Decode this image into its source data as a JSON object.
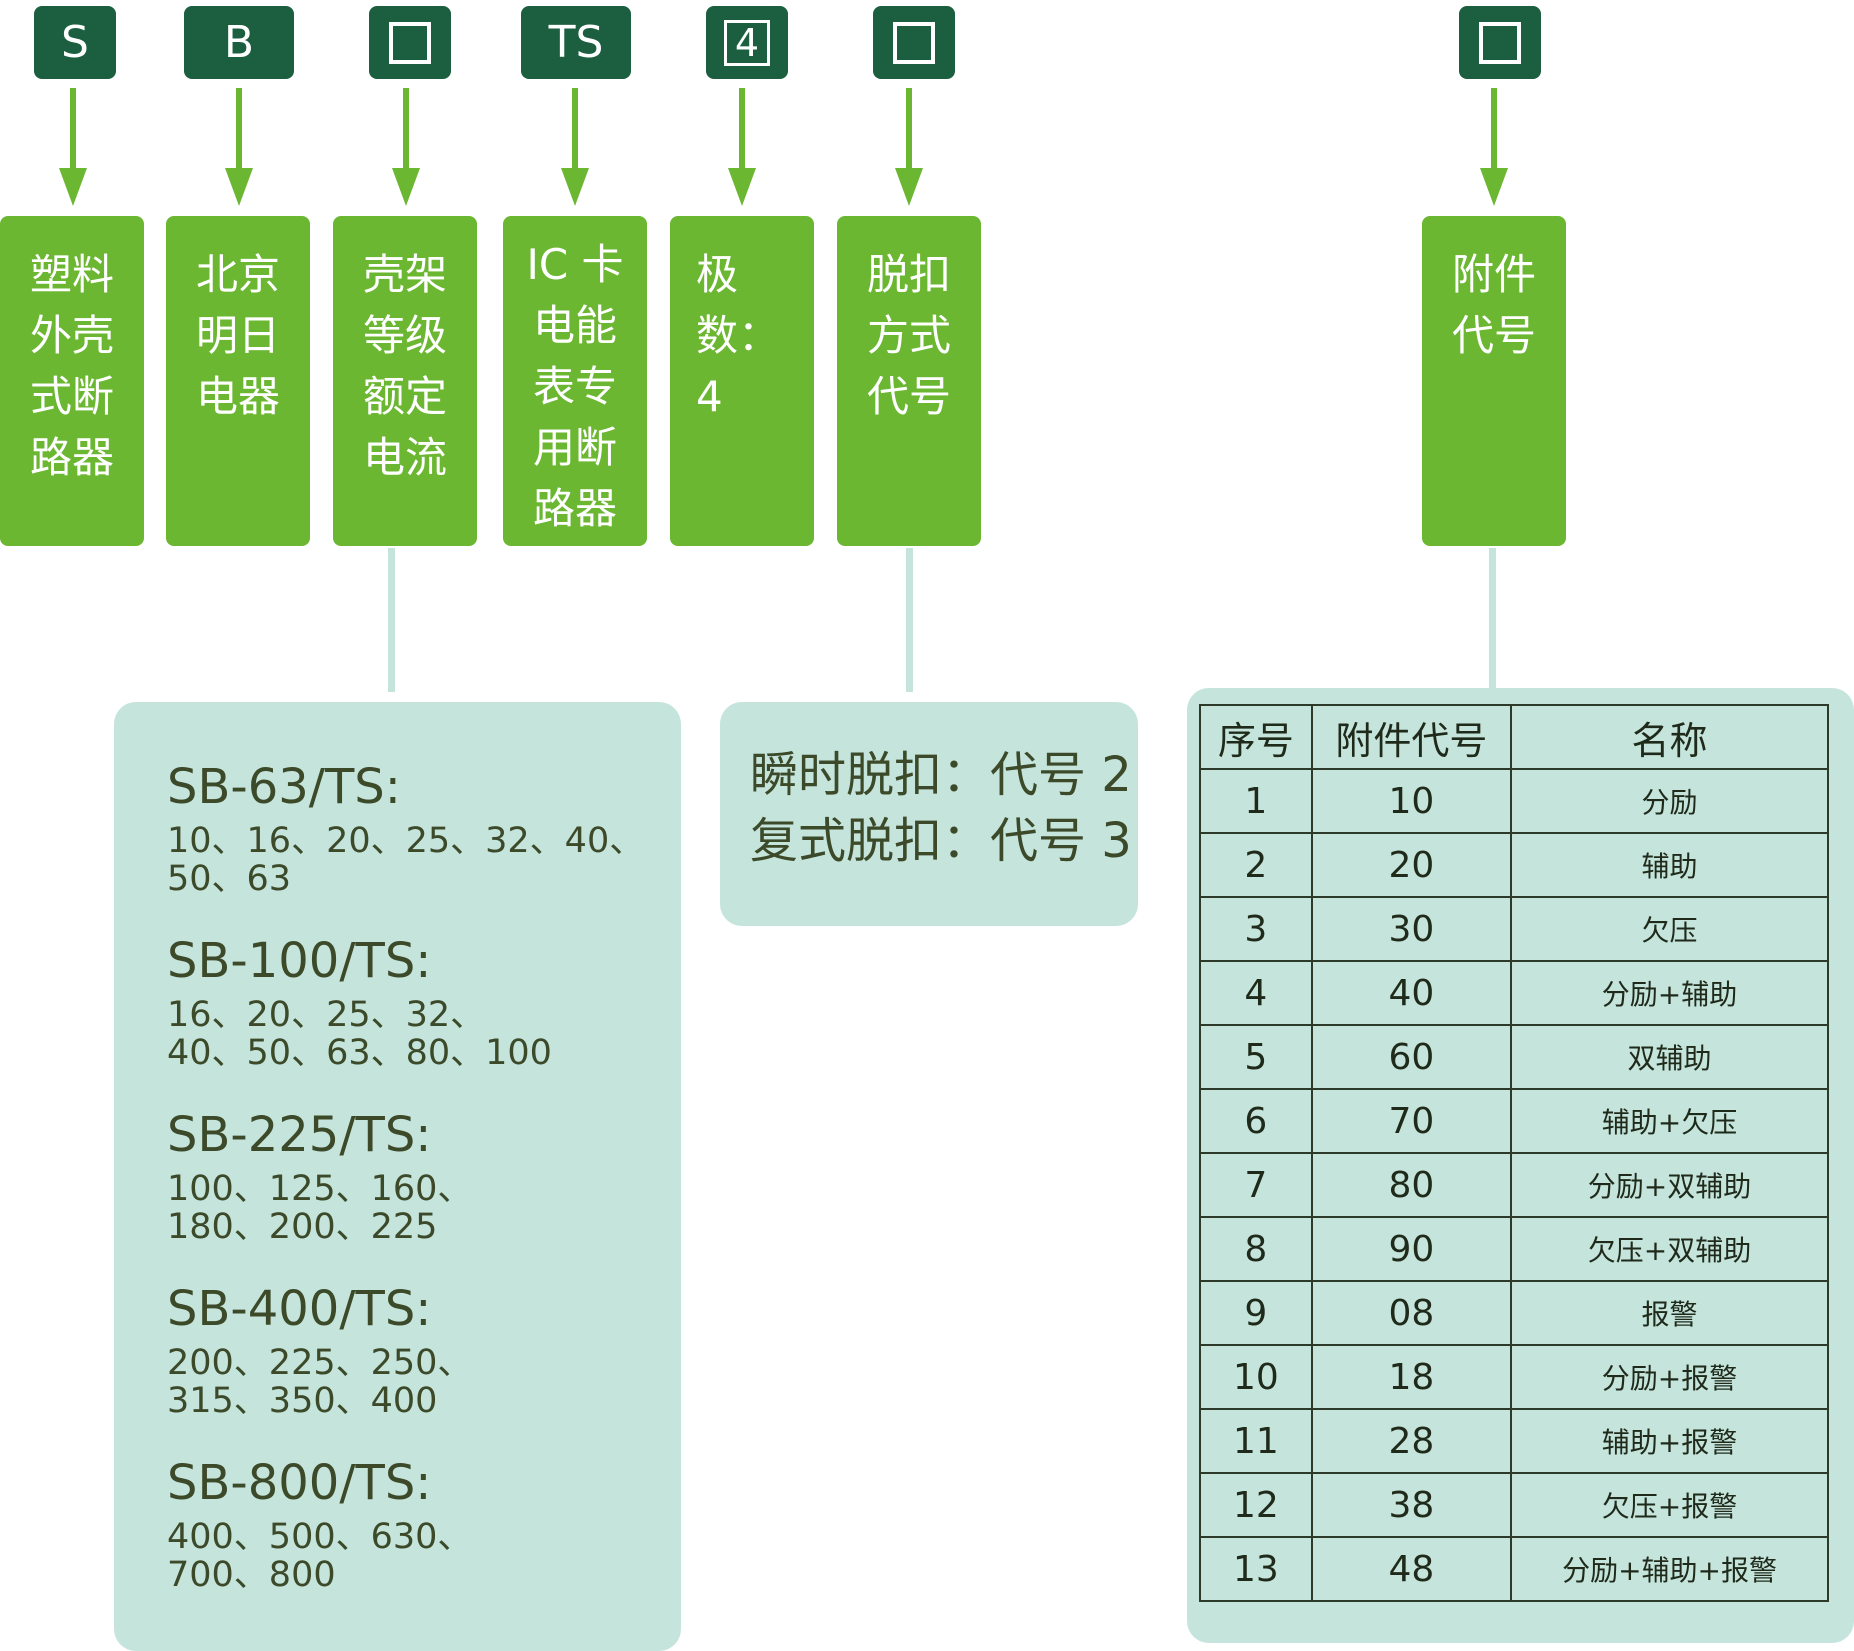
{
  "code_segments": [
    {
      "id": "s",
      "label": "S",
      "kind": "text"
    },
    {
      "id": "b",
      "label": "B",
      "kind": "text"
    },
    {
      "id": "frame",
      "label": "",
      "kind": "square"
    },
    {
      "id": "ts",
      "label": "TS",
      "kind": "text"
    },
    {
      "id": "poles",
      "label": "4",
      "kind": "boxed-number"
    },
    {
      "id": "trip",
      "label": "",
      "kind": "square"
    },
    {
      "id": "acc",
      "label": "",
      "kind": "square"
    }
  ],
  "descriptions": {
    "s": "塑料\n外壳\n式断\n路器",
    "b": "北京\n明日\n电器",
    "frame": "壳架\n等级\n额定\n电流",
    "ts": "IC 卡\n电能\n表专\n用断\n路器",
    "poles": "极数：\n4",
    "trip": "脱扣\n方式\n代号",
    "acc": "附件\n代号"
  },
  "ratings": [
    {
      "model": "SB-63/TS:",
      "line1": "10、16、20、25、32、40、",
      "line2": "50、63"
    },
    {
      "model": "SB-100/TS:",
      "line1": "16、20、25、32、",
      "line2": "40、50、63、80、100"
    },
    {
      "model": "SB-225/TS:",
      "line1": "100、125、160、",
      "line2": "180、200、225"
    },
    {
      "model": "SB-400/TS:",
      "line1": "200、225、250、",
      "line2": "315、350、400"
    },
    {
      "model": "SB-800/TS:",
      "line1": "400、500、630、",
      "line2": "700、800"
    }
  ],
  "trip_modes": [
    "瞬时脱扣：代号 2",
    "复式脱扣：代号 3"
  ],
  "accessory_table": {
    "headers": [
      "序号",
      "附件代号",
      "名称"
    ],
    "rows": [
      [
        "1",
        "10",
        "分励"
      ],
      [
        "2",
        "20",
        "辅助"
      ],
      [
        "3",
        "30",
        "欠压"
      ],
      [
        "4",
        "40",
        "分励+辅助"
      ],
      [
        "5",
        "60",
        "双辅助"
      ],
      [
        "6",
        "70",
        "辅助+欠压"
      ],
      [
        "7",
        "80",
        "分励+双辅助"
      ],
      [
        "8",
        "90",
        "欠压+双辅助"
      ],
      [
        "9",
        "08",
        "报警"
      ],
      [
        "10",
        "18",
        "分励+报警"
      ],
      [
        "11",
        "28",
        "辅助+报警"
      ],
      [
        "12",
        "38",
        "欠压+报警"
      ],
      [
        "13",
        "48",
        "分励+辅助+报警"
      ]
    ]
  },
  "colors": {
    "code_box": "#1b5e40",
    "desc_box": "#6bb731",
    "arrow": "#6bb731",
    "panel": "#c4e4dc",
    "panel_text": "#3c4a2a"
  }
}
